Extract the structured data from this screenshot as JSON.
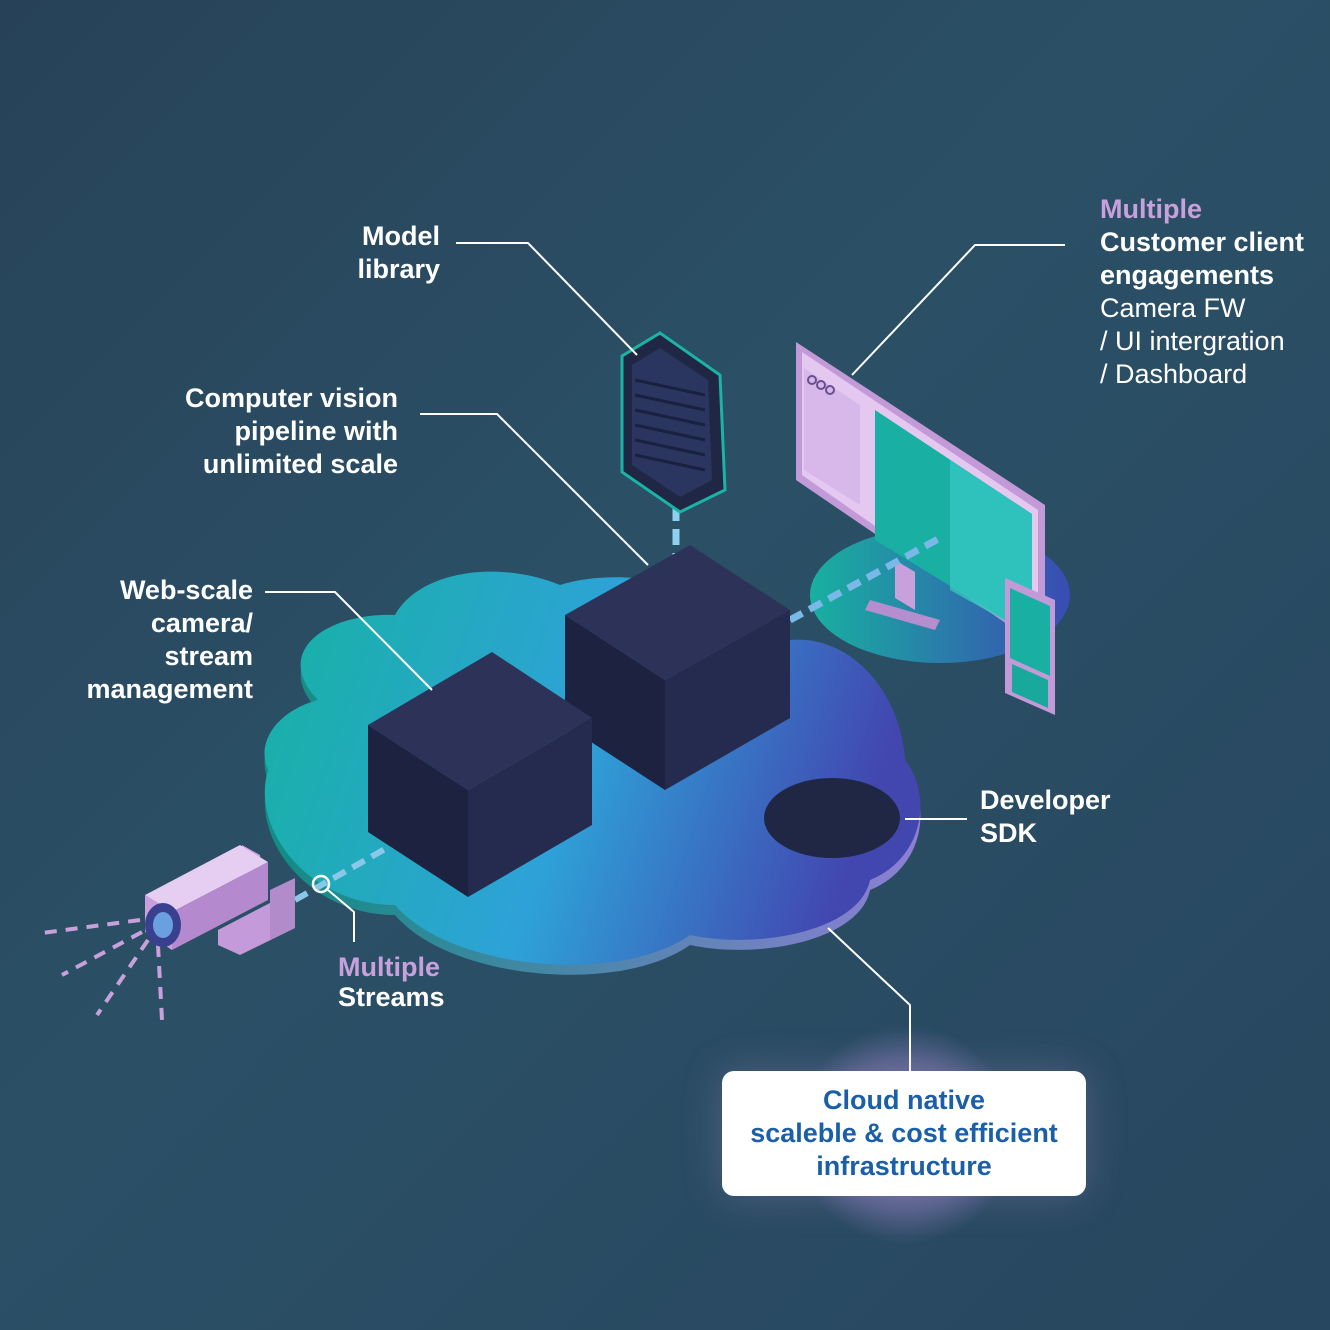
{
  "labels": {
    "model_library": [
      "Model",
      "library"
    ],
    "pipeline": [
      "Computer vision",
      "pipeline with",
      "unlimited scale"
    ],
    "webscale": [
      "Web-scale",
      "camera/",
      "stream",
      "management"
    ],
    "customer": {
      "highlight": "Multiple",
      "bold": [
        "Customer client",
        "engagements"
      ],
      "light": [
        "Camera FW",
        "/ UI intergration",
        "/ Dashboard"
      ]
    },
    "sdk": [
      "Developer",
      "SDK"
    ],
    "streams": {
      "highlight": "Multiple",
      "text": "Streams"
    },
    "cloud": [
      "Cloud native",
      "scaleble & cost efficient",
      "infrastructure"
    ]
  },
  "colors": {
    "background": "#2a4a60",
    "cube": "#222847",
    "cloud_start": "#17b3a3",
    "cloud_end": "#3f4fb0",
    "accent_purple": "#c8a0dc",
    "screen_teal": "#19b0a3",
    "cloud_text": "#1a5fa8"
  },
  "icons": [
    "server-rack-icon",
    "monitor-icon",
    "phone-icon",
    "security-camera-icon",
    "cloud-platform-icon",
    "cube-icon"
  ]
}
